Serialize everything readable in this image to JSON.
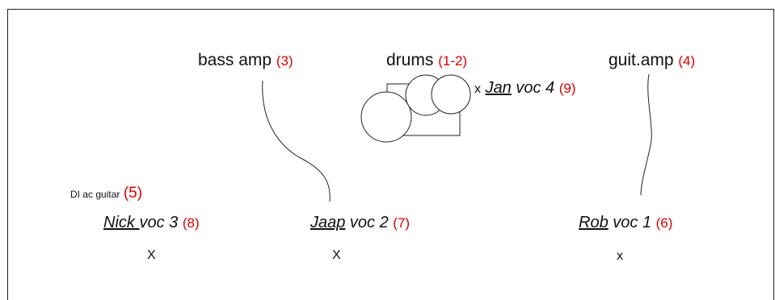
{
  "bass_amp": {
    "label": "bass amp",
    "num": "(3)"
  },
  "drums": {
    "label": "drums",
    "num": "(1-2)"
  },
  "guit_amp": {
    "label": "guit.amp",
    "num": "(4)"
  },
  "jan": {
    "marker": "x",
    "name": "Jan",
    "part": " voc 4",
    "num": "(9)"
  },
  "di": {
    "label": "DI ac guitar",
    "num": "(5)"
  },
  "nick": {
    "name": "Nick ",
    "part": "voc 3",
    "num": "(8)",
    "marker": "X"
  },
  "jaap": {
    "name": "Jaap",
    "part": " voc 2",
    "num": "(7)",
    "marker": "X"
  },
  "rob": {
    "name": "Rob",
    "part": " voc 1",
    "num": "(6)",
    "marker": "x"
  },
  "colors": {
    "number": "#e00000",
    "line": "#222222"
  }
}
